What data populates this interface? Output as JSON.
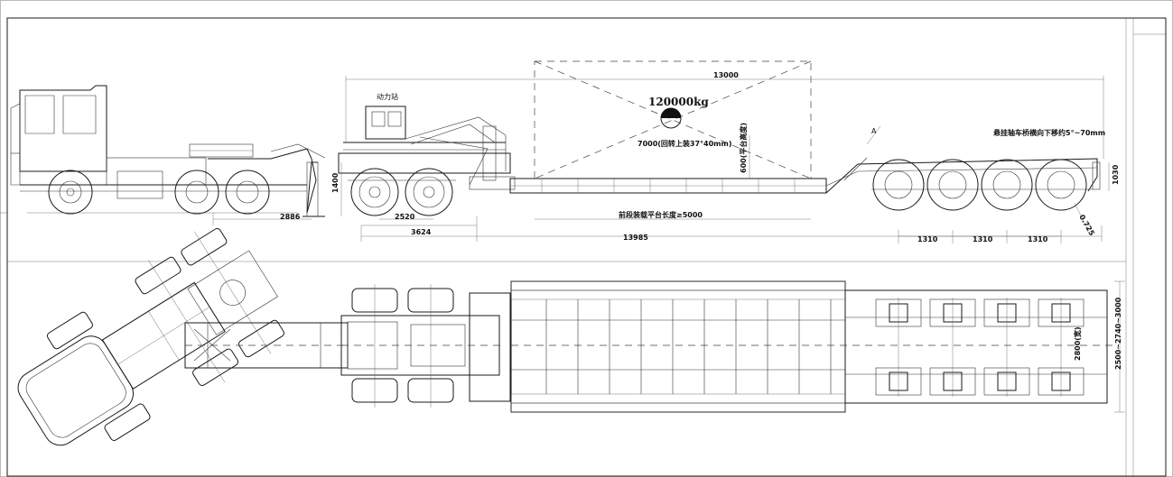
{
  "labels": {
    "power_station": "动力站",
    "weight": "120000kg",
    "deck_note": "7000(回转上装37°40mm)",
    "height_note": "600(平台高度)",
    "mark_a": "A",
    "rear_note": "悬挂轴车桥横向下移约5°~70mm",
    "platform_length": "前段装载平台长度≥5000",
    "overall_right": "13000",
    "overall_left": "13985",
    "kingpin": "2886",
    "wheelbase": "2520",
    "front_span": "3624",
    "left_height": "1400",
    "right_height": "1030",
    "axle_gap_1": "1310",
    "axle_gap_2": "1310",
    "axle_gap_3": "1310",
    "width_total": "2500~2740~3000",
    "rear_frame_width": "2800(宽)",
    "angle_note": "0.725"
  },
  "colors": {
    "ink": "#1a1a1a",
    "paper": "#ffffff"
  }
}
